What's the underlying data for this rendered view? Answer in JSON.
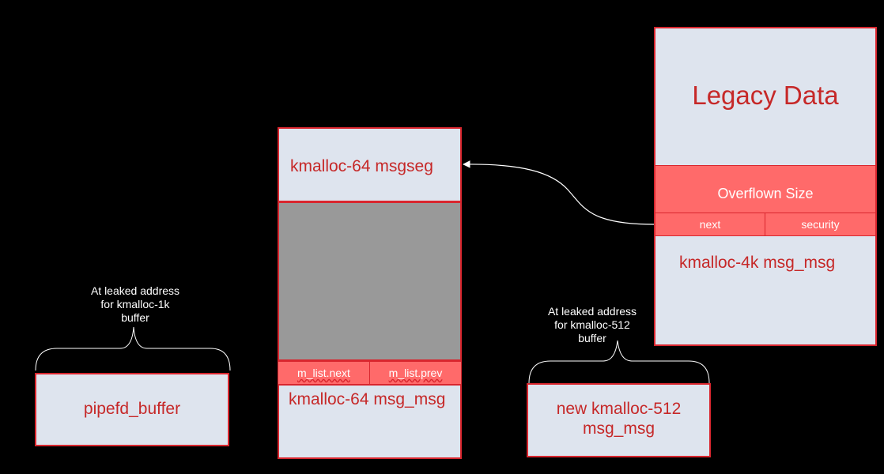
{
  "colors": {
    "background": "#000000",
    "box_fill": "#dee4ee",
    "box_border": "#d9262e",
    "band_fill": "#ff6a6a",
    "text_red": "#c62828",
    "text_white": "#ffffff",
    "gray_region": "#999999"
  },
  "legacy": {
    "title": "Legacy Data",
    "overflown": "Overflown Size",
    "next": "next",
    "security": "security",
    "msg_label": "kmalloc-4k msg_msg"
  },
  "middle": {
    "msgseg_label": "kmalloc-64 msgseg",
    "m_list_next": "m_list.next",
    "m_list_prev": "m_list.prev",
    "msg_label": "kmalloc-64 msg_msg"
  },
  "pipe": {
    "note": "At leaked address\nfor kmalloc-1k\nbuffer",
    "label": "pipefd_buffer"
  },
  "new512": {
    "note": "At leaked address\nfor kmalloc-512\nbuffer",
    "label": "new kmalloc-512\nmsg_msg"
  }
}
